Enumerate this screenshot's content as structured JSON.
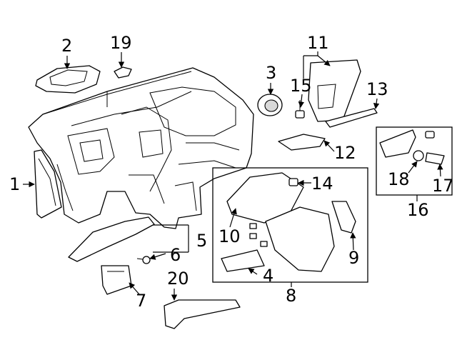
{
  "diagram": {
    "callouts": [
      "1",
      "2",
      "3",
      "4",
      "5",
      "6",
      "7",
      "8",
      "9",
      "10",
      "11",
      "12",
      "13",
      "14",
      "15",
      "16",
      "17",
      "18",
      "19",
      "20"
    ]
  }
}
